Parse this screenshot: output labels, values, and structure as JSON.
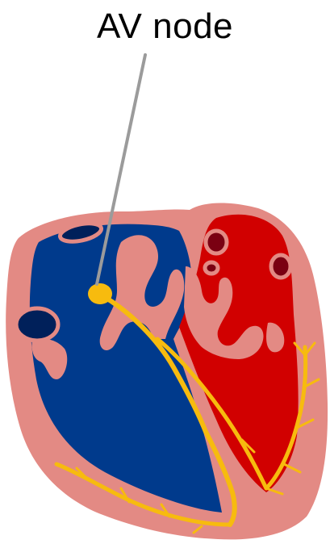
{
  "label": {
    "text": "AV node"
  },
  "colors": {
    "heart_wall": "#e38a84",
    "right_chambers": "#003a8c",
    "left_chambers": "#d10000",
    "vessel_dark_right": "#00205a",
    "vessel_dark_left": "#7a0012",
    "conduction": "#f7bb0e",
    "leader_line": "#9b9b9b"
  },
  "parts": [
    "heart-wall",
    "right-atrium-ventricle",
    "left-atrium-ventricle",
    "av-node",
    "bundle-of-his",
    "purkinje-fibers"
  ]
}
